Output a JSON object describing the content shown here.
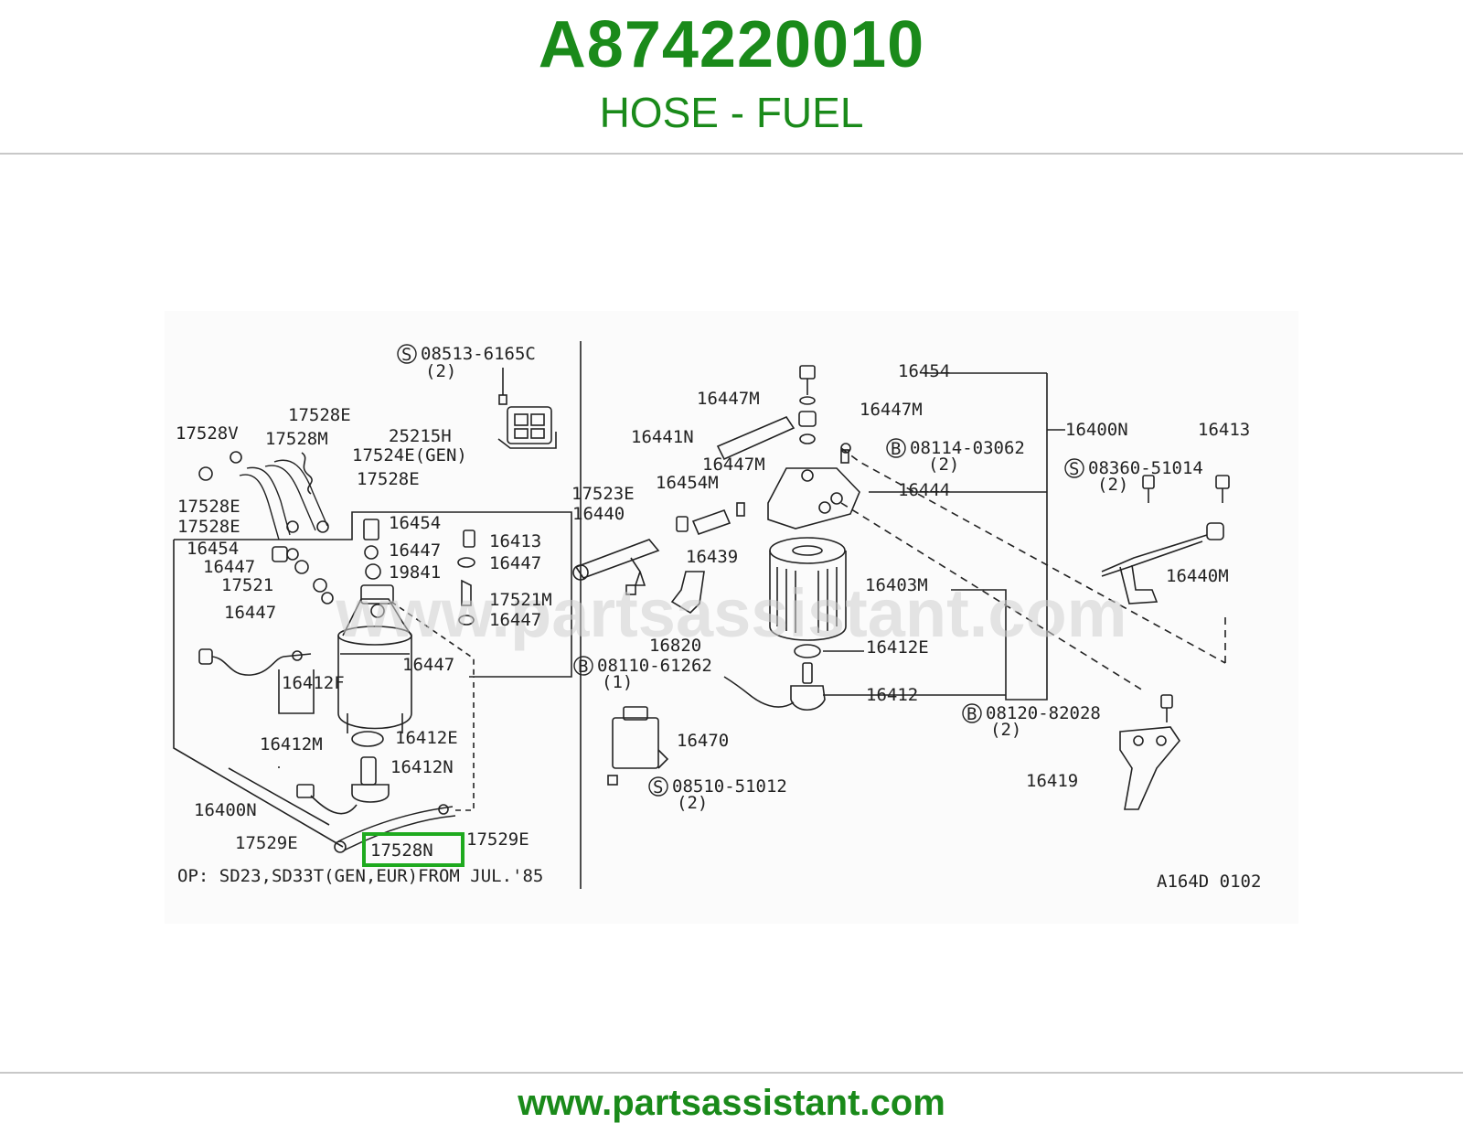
{
  "header": {
    "part_number": "A874220010",
    "part_name": "HOSE - FUEL"
  },
  "diagram": {
    "watermark": "www.partsassistant.com",
    "note": "OP: SD23,SD33T(GEN,EUR)FROM JUL.'85",
    "ref_code": "A164D 0102",
    "highlighted_label": "17528N",
    "highlight_color": "#1faa1f",
    "labels": {
      "l_08513": "08513-6165C",
      "l_08513_qty": "(2)",
      "l_25215H": "25215H",
      "l_17528E_a": "17528E",
      "l_17528V": "17528V",
      "l_17528M": "17528M",
      "l_17524E": "17524E(GEN)",
      "l_17528E_b": "17528E",
      "l_17528E_c": "17528E",
      "l_17528E_d": "17528E",
      "l_16454_a": "16454",
      "l_16454_b": "16454",
      "l_16413_a": "16413",
      "l_16447_a": "16447",
      "l_16447_b": "16447",
      "l_16447_c": "16447",
      "l_16447_d": "16447",
      "l_16447_e": "16447",
      "l_16447_f": "16447",
      "l_19841": "19841",
      "l_17521": "17521",
      "l_17521M": "17521M",
      "l_16412F": "16412F",
      "l_16412M": "16412M",
      "l_16412E_a": "16412E",
      "l_16412N": "16412N",
      "l_16400N_a": "16400N",
      "l_17529E_a": "17529E",
      "l_17529E_b": "17529E",
      "r_16454": "16454",
      "r_16447M_a": "16447M",
      "r_16447M_b": "16447M",
      "r_16447M_c": "16447M",
      "r_16441N": "16441N",
      "r_08114": "08114-03062",
      "r_08114_qty": "(2)",
      "r_16400N": "16400N",
      "r_16413": "16413",
      "r_08360": "08360-51014",
      "r_08360_qty": "(2)",
      "r_17523E": "17523E",
      "r_16454M": "16454M",
      "r_16444": "16444",
      "r_16440": "16440",
      "r_16439": "16439",
      "r_16440M": "16440M",
      "r_16403M": "16403M",
      "r_16820": "16820",
      "r_16412E": "16412E",
      "r_08110": "08110-61262",
      "r_08110_qty": "(1)",
      "r_16412": "16412",
      "r_08120": "08120-82028",
      "r_08120_qty": "(2)",
      "r_16470": "16470",
      "r_16419": "16419",
      "r_08510": "08510-51012",
      "r_08510_qty": "(2)",
      "sym_S": "S",
      "sym_B": "B"
    }
  },
  "footer": {
    "url": "www.partsassistant.com"
  }
}
